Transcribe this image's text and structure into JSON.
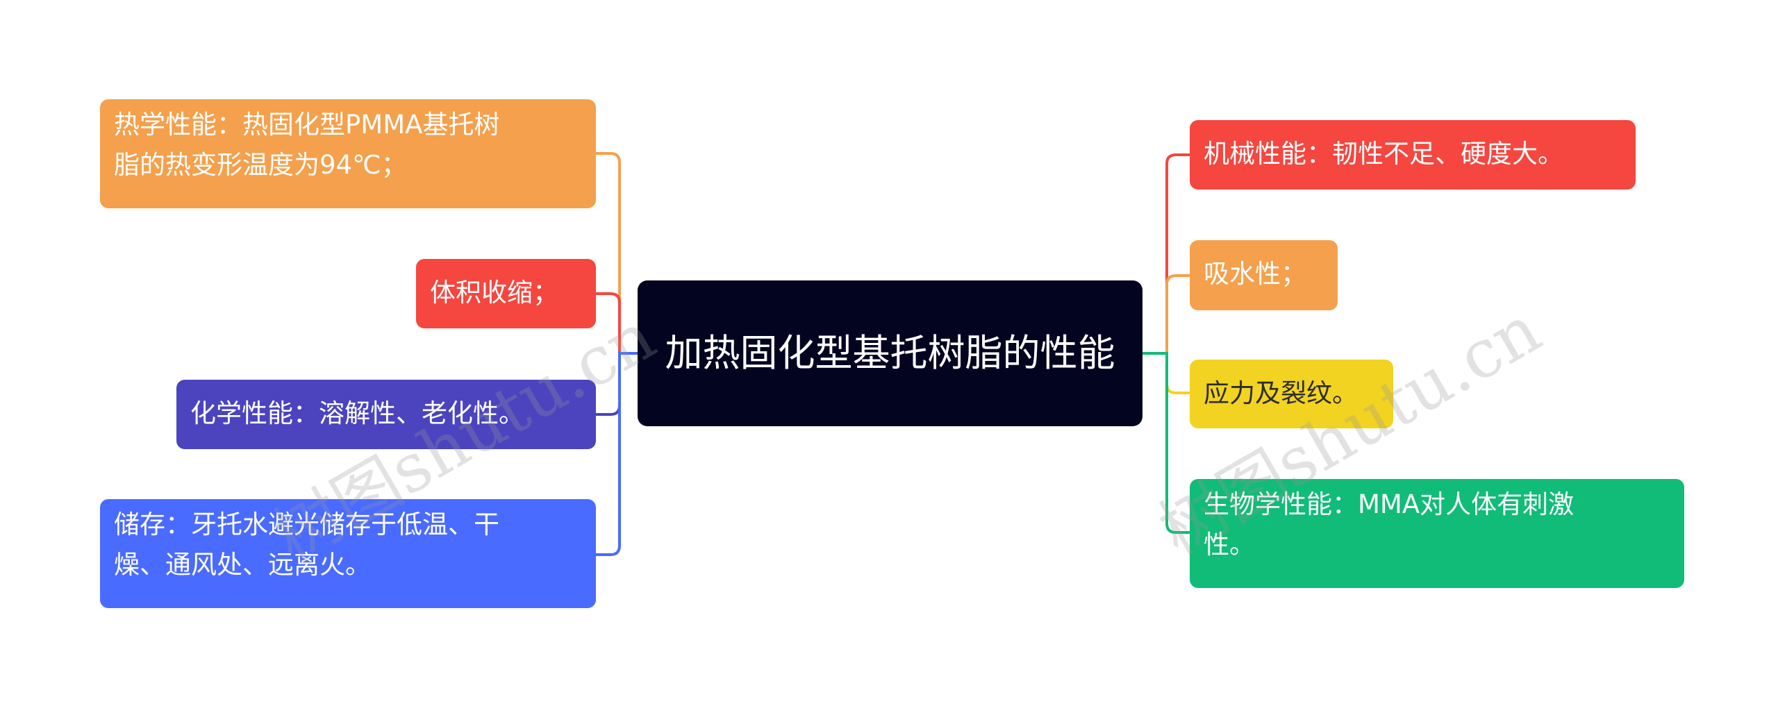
{
  "root": {
    "text": "加热固化型基托树脂的性能"
  },
  "left_nodes": [
    {
      "line1": "热学性能：热固化型PMMA基托树",
      "line2": "脂的热变形温度为94℃；",
      "color": "#F5A04C"
    },
    {
      "line1": "体积收缩；",
      "color": "#F5463F"
    },
    {
      "line1": "化学性能：溶解性、老化性。",
      "color": "#4B44BE"
    },
    {
      "line1": "储存：牙托水避光储存于低温、干",
      "line2": "燥、通风处、远离火。",
      "color": "#4A6BFF"
    }
  ],
  "right_nodes": [
    {
      "line1": "机械性能：韧性不足、硬度大。",
      "color": "#F5463F"
    },
    {
      "line1": "吸水性；",
      "color": "#F5A04C"
    },
    {
      "line1": "应力及裂纹。",
      "color": "#F2D321"
    },
    {
      "line1": "生物学性能：MMA对人体有刺激",
      "line2": "性。",
      "color": "#10BC77"
    }
  ],
  "watermark": "树图shutu.cn"
}
